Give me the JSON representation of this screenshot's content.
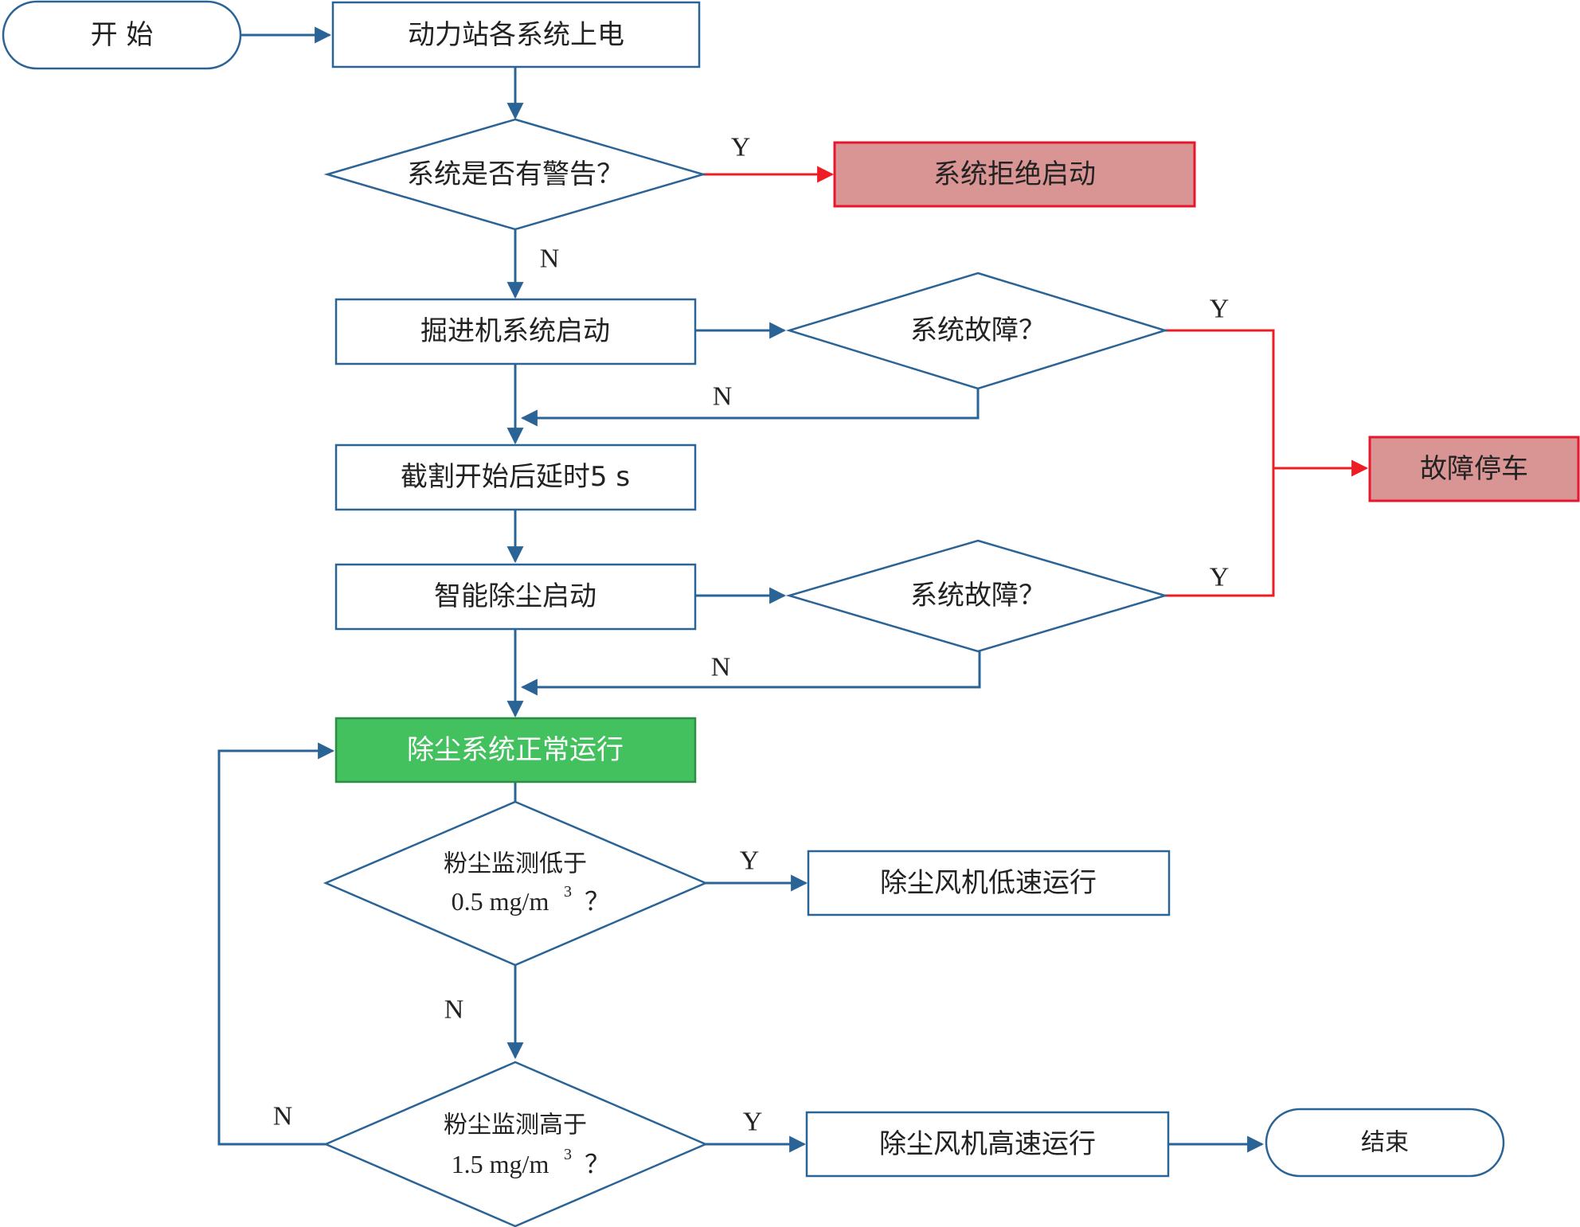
{
  "nodes": {
    "start": "开  始",
    "power_on": "动力站各系统上电",
    "check_warning": "系统是否有警告？",
    "refuse_start": "系统拒绝启动",
    "roadheader_start": "掘进机系统启动",
    "fault_check_1": "系统故障？",
    "fault_stop": "故障停车",
    "cut_delay": "截割开始后延时5 s",
    "dust_start": "智能除尘启动",
    "fault_check_2": "系统故障？",
    "normal_run": "除尘系统正常运行",
    "low_check_line1": "粉尘监测低于",
    "low_check_line2": "0.5 mg/m",
    "low_check_sup": "3",
    "low_check_q": "？",
    "low_speed": "除尘风机低速运行",
    "high_check_line1": "粉尘监测高于",
    "high_check_line2": "1.5 mg/m",
    "high_check_sup": "3",
    "high_check_q": "？",
    "high_speed": "除尘风机高速运行",
    "end": "结束"
  },
  "labels": {
    "warning_yes": "Y",
    "warning_no": "N",
    "fault1_yes": "Y",
    "fault1_no": "N",
    "fault2_yes": "Y",
    "fault2_no": "N",
    "low_yes": "Y",
    "low_no": "N",
    "high_yes": "Y",
    "high_no": "N"
  },
  "colors": {
    "line": "#2a6496",
    "alert_line": "#ee1c25",
    "alert_fill": "#d99494",
    "ok_fill": "#43c15f"
  }
}
